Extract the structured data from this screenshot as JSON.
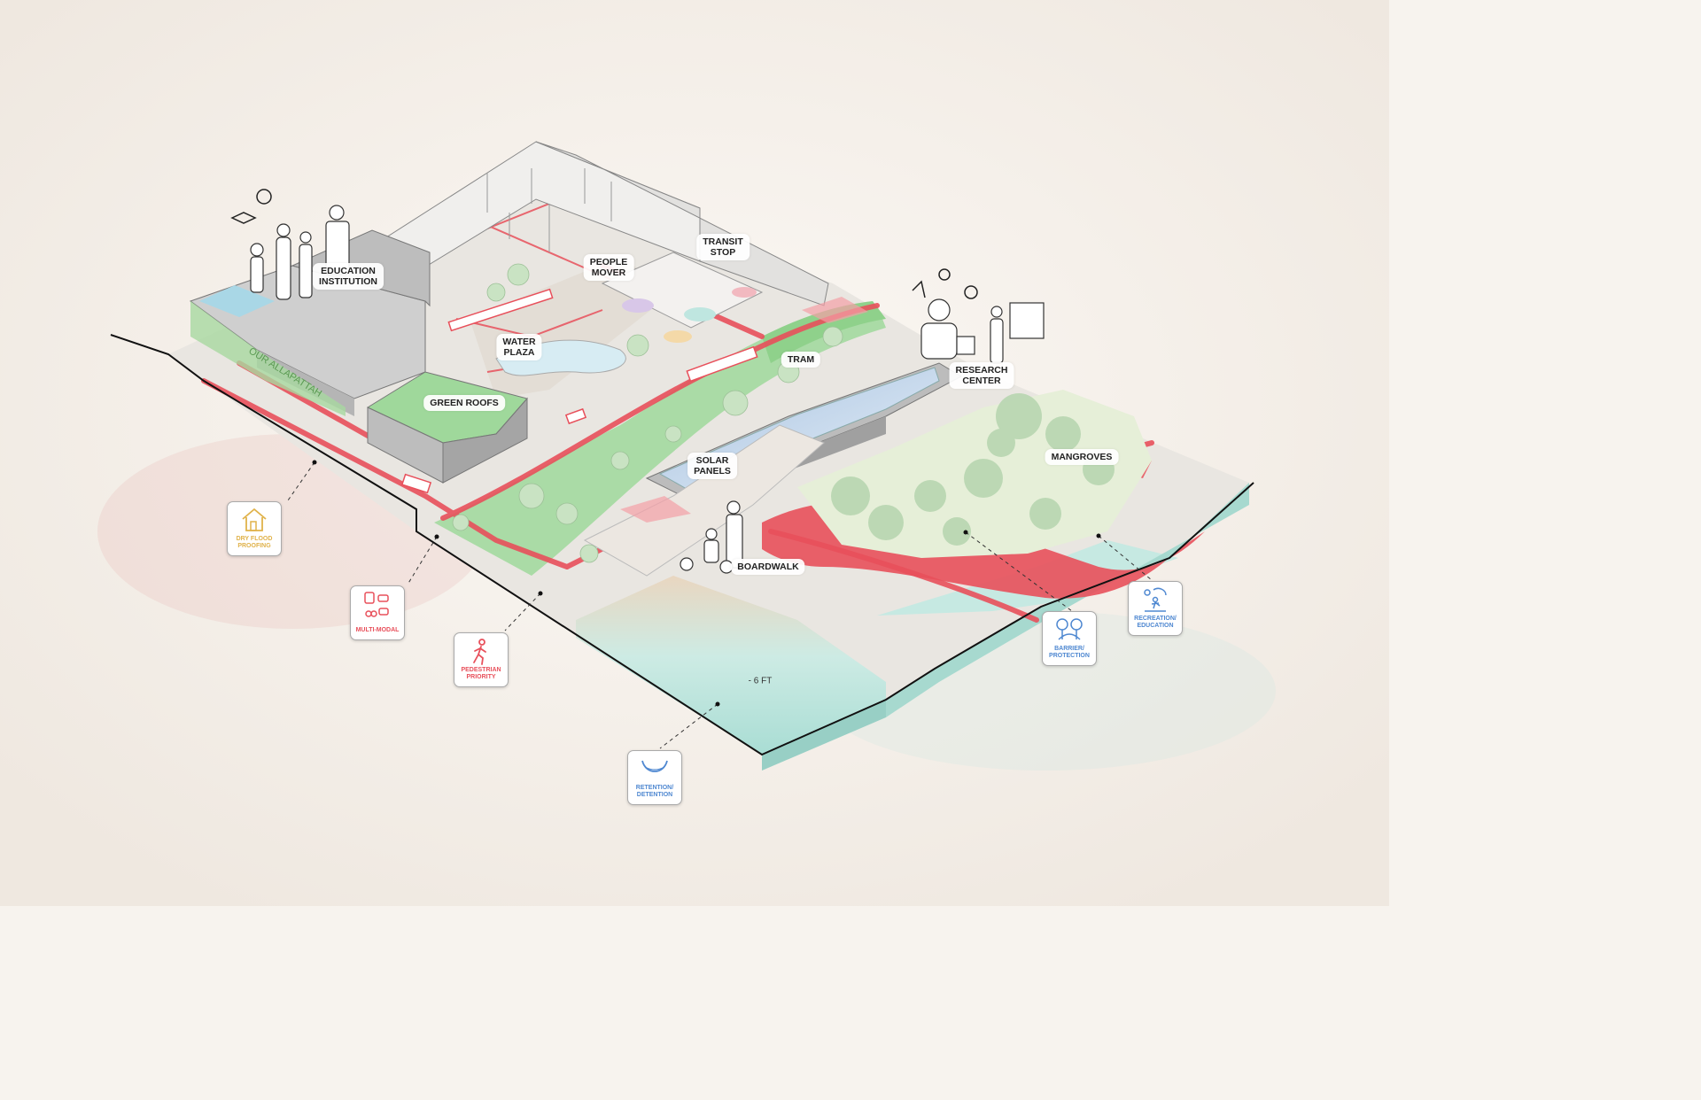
{
  "colors": {
    "path_red": "#e8505b",
    "green": "#8fd18b",
    "water": "#bfe6e0",
    "building": "#c9c9c9",
    "legend_yellow": "#e0b24a",
    "legend_red": "#e8505b",
    "legend_blue": "#4f88d1"
  },
  "labels": {
    "education": "EDUCATION\nINSTITUTION",
    "people_mover": "PEOPLE\nMOVER",
    "transit_stop": "TRANSIT\nSTOP",
    "water_plaza": "WATER\nPLAZA",
    "tram": "TRAM",
    "green_roofs": "GREEN ROOFS",
    "research_center": "RESEARCH\nCENTER",
    "solar_panels": "SOLAR\nPANELS",
    "mangroves": "MANGROVES",
    "boardwalk": "BOARDWALK",
    "depth": "- 6 FT",
    "signage": "OUR ALLAPATTAH"
  },
  "legend": {
    "dry_flood": {
      "text": "DRY FLOOD\nPROOFING",
      "icon": "house-icon"
    },
    "multi_modal": {
      "text": "MULTI-MODAL",
      "icon": "transport-modes-icon"
    },
    "pedestrian": {
      "text": "PEDESTRIAN\nPRIORITY",
      "icon": "pedestrian-icon"
    },
    "retention": {
      "text": "RETENTION/\nDETENTION",
      "icon": "basin-icon"
    },
    "barrier": {
      "text": "BARRIER/\nPROTECTION",
      "icon": "mangrove-barrier-icon"
    },
    "recreation": {
      "text": "RECREATION/\nEDUCATION",
      "icon": "recreation-icon"
    }
  }
}
